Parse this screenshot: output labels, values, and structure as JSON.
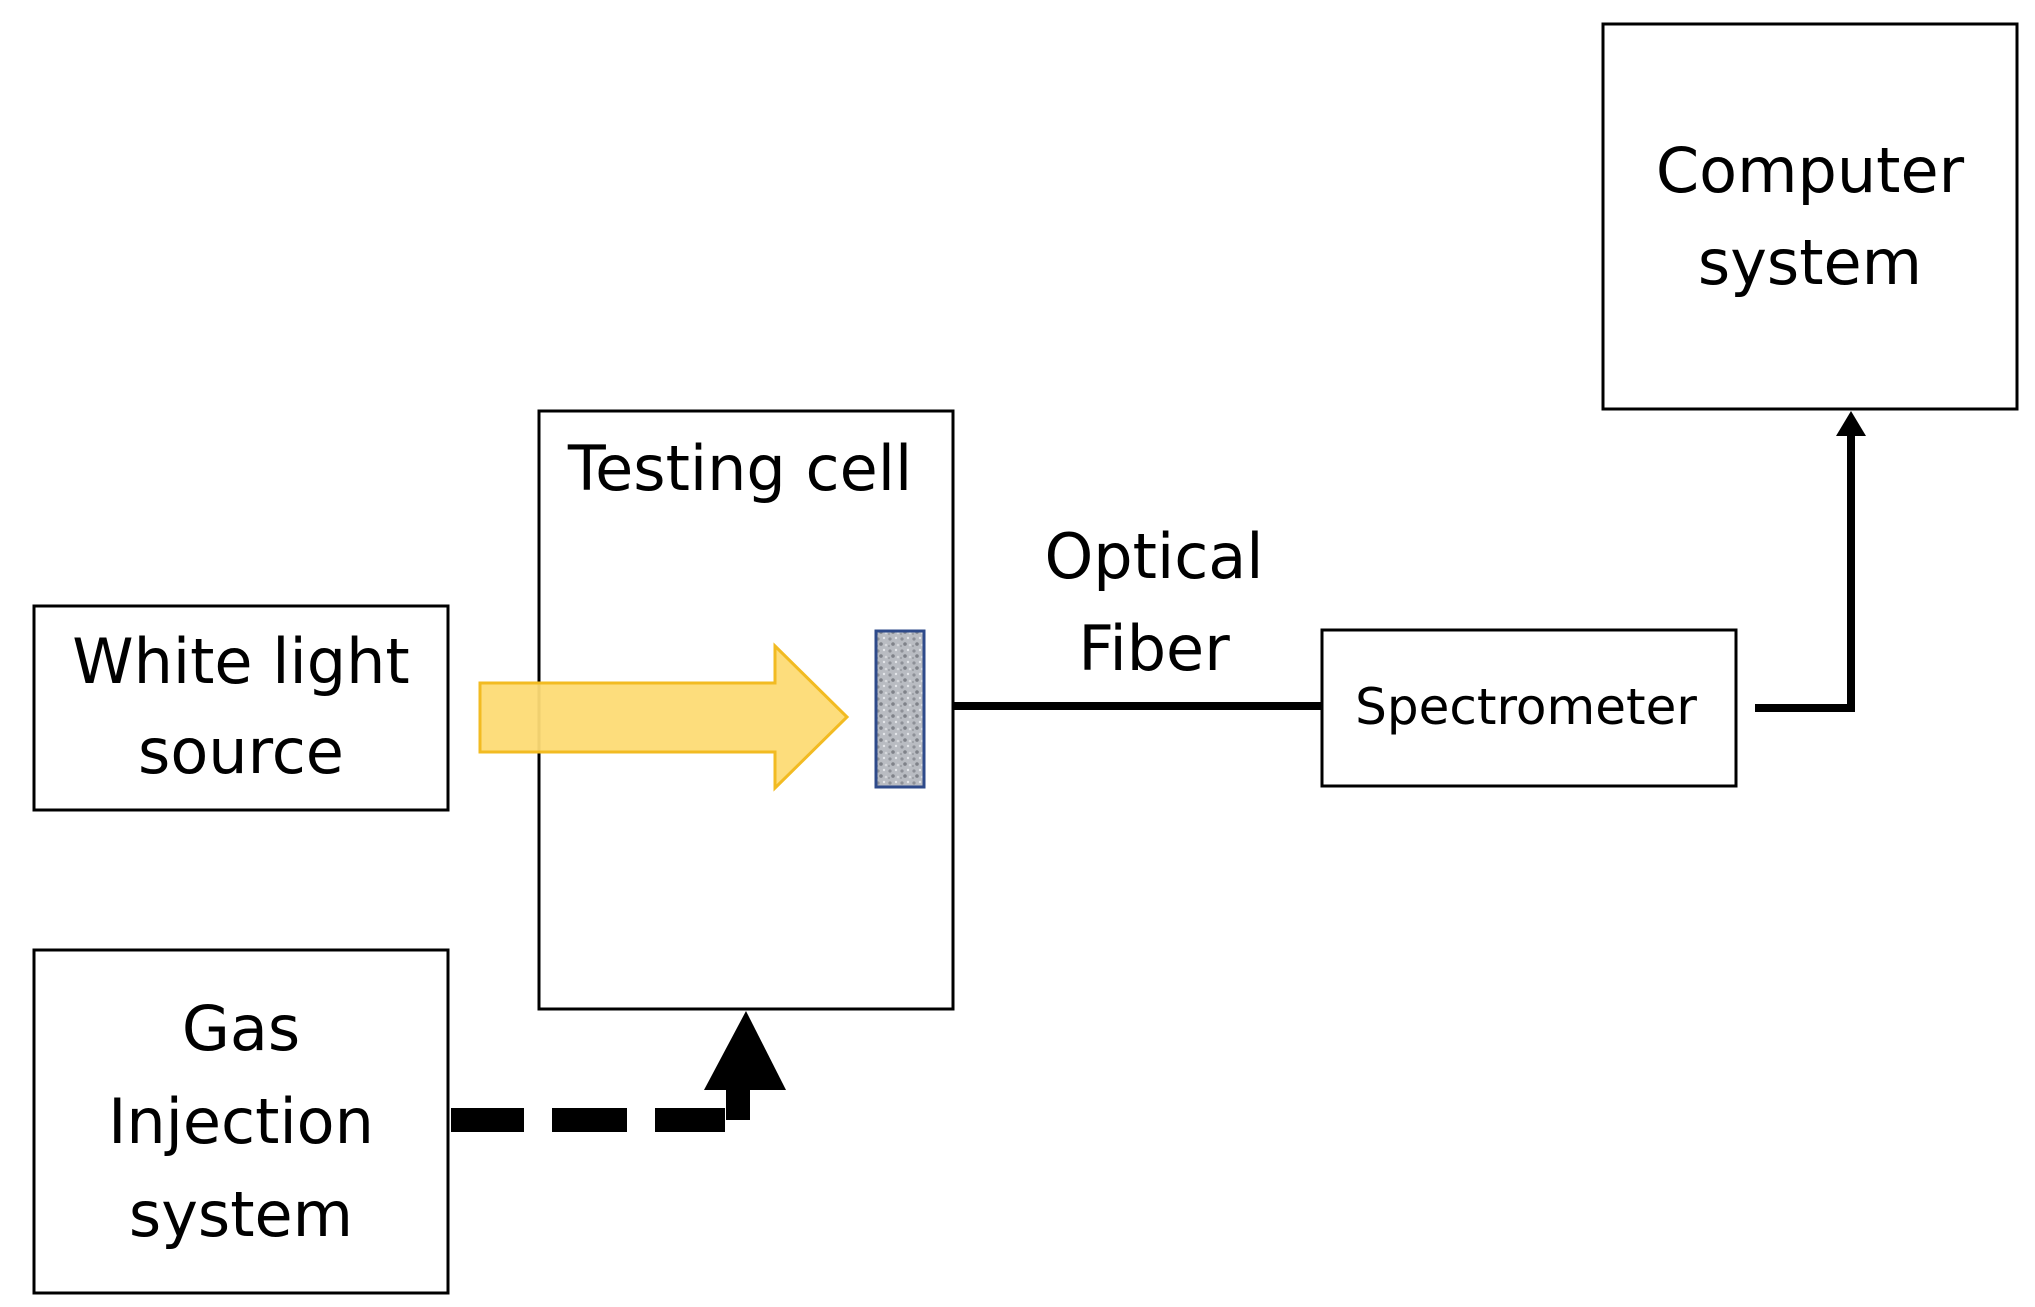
{
  "nodes": {
    "white_light_source": {
      "line1": "White light",
      "line2": "source"
    },
    "gas_injection_system": {
      "line1": "Gas",
      "line2": "Injection",
      "line3": "system"
    },
    "testing_cell": {
      "label": "Testing cell"
    },
    "spectrometer": {
      "label": "Spectrometer"
    },
    "computer_system": {
      "line1": "Computer",
      "line2": "system"
    }
  },
  "connections": {
    "optical_fiber": {
      "line1": "Optical",
      "line2": "Fiber"
    }
  },
  "colors": {
    "light_beam_fill": "#fddb75",
    "light_beam_stroke": "#f2bb22",
    "sample_fill": "#b9bcc2",
    "sample_stroke": "#2e4a8a",
    "line": "#000000"
  }
}
